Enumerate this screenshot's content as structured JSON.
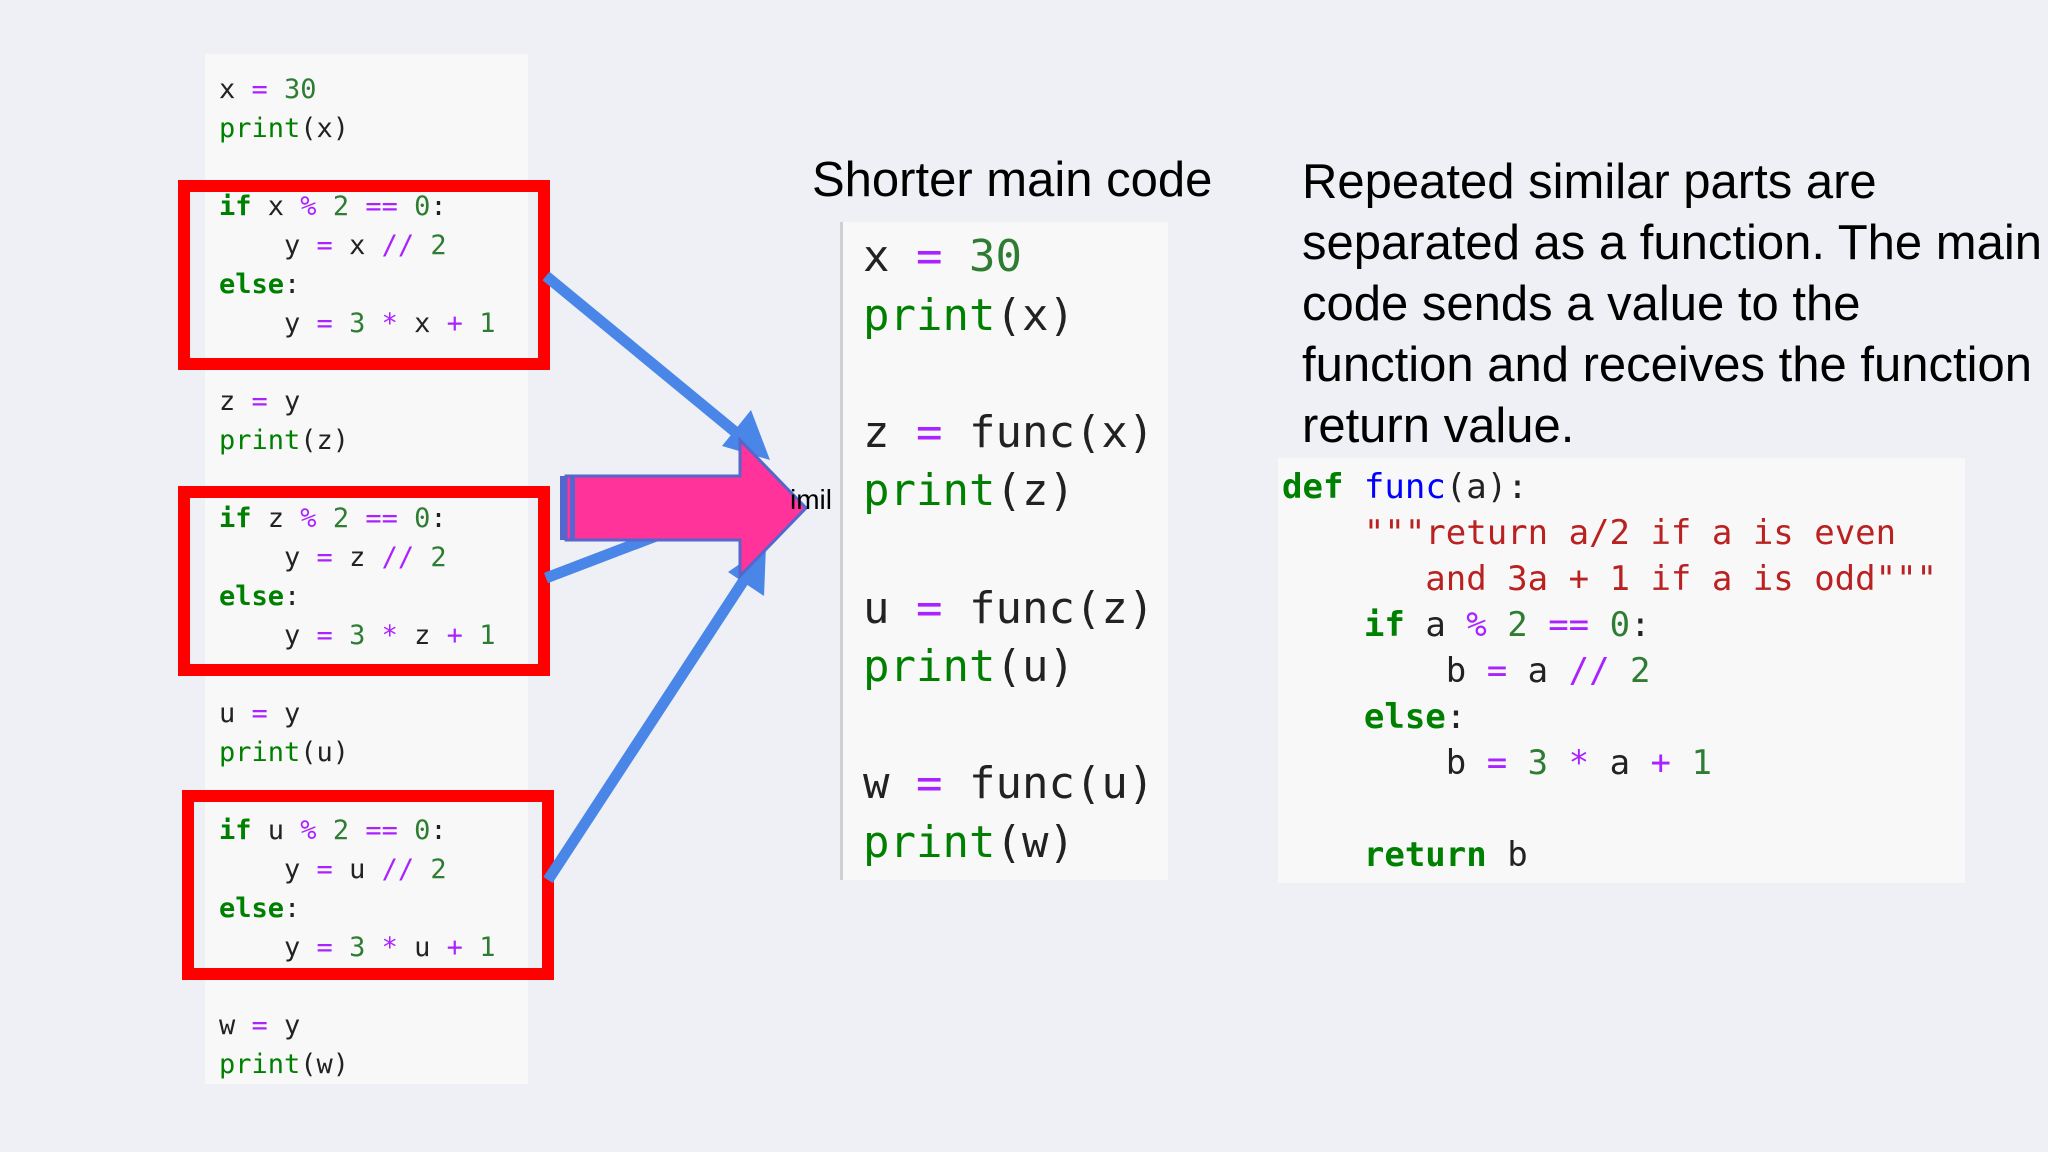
{
  "original_code": {
    "block1": "x = 30\nprint(x)",
    "block3": "z = y\nprint(z)",
    "block5": "u = y\nprint(u)",
    "block7": "w = y\nprint(w)"
  },
  "main_code": {
    "title": "Shorter main code"
  },
  "description": "Repeated similar parts are separated as a function. The main code sends a value to the function and receives the function return value.",
  "stray_text": "imil",
  "colors": {
    "highlight_box": "#ff0000",
    "blue_arrow": "#4a86e8",
    "pink_arrow": "#ff3399"
  }
}
